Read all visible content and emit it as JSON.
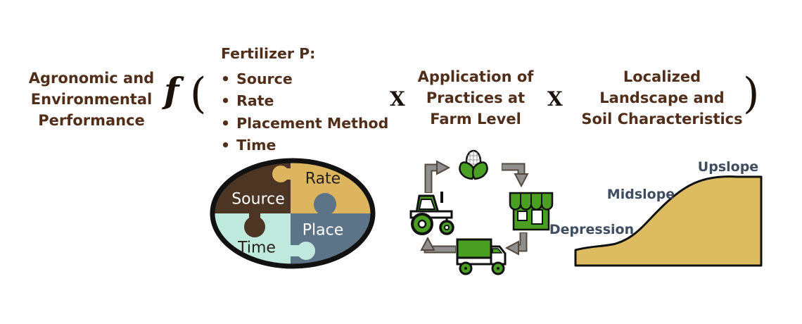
{
  "equation": {
    "function_symbol": "f",
    "open_paren": "(",
    "close_paren": ")",
    "multiply_sign": "X",
    "outcome_lines": [
      "Agronomic and",
      "Environmental",
      "Performance"
    ],
    "fertilizer": {
      "title": "Fertilizer P:",
      "bullet": "•",
      "items": [
        "Source",
        "Rate",
        "Placement Method",
        "Time"
      ]
    },
    "practices_lines": [
      "Application of",
      "Practices at",
      "Farm Level"
    ],
    "landscape_lines": [
      "Localized",
      "Landscape and",
      "Soil Characteristics"
    ]
  },
  "puzzle": {
    "pieces": [
      {
        "label": "Source",
        "color": "#4c3523",
        "text_color": "#ffffff"
      },
      {
        "label": "Rate",
        "color": "#dcb55e",
        "text_color": "#26211b"
      },
      {
        "label": "Place",
        "color": "#5d7488",
        "text_color": "#ffffff"
      },
      {
        "label": "Time",
        "color": "#bfe9dc",
        "text_color": "#26211b"
      }
    ]
  },
  "cycle": {
    "icons": [
      "corn",
      "store",
      "truck",
      "tractor"
    ],
    "icon_color": "#4a9e22",
    "arrow_color": "#8f8f8f"
  },
  "landscape": {
    "labels": [
      "Depression",
      "Midslope",
      "Upslope"
    ],
    "fill_color": "#ddbb60",
    "label_color": "#3e4d60"
  },
  "colors": {
    "heading_text": "#512e1a",
    "equation_symbols": "#1d1209",
    "outline": "#111111"
  }
}
